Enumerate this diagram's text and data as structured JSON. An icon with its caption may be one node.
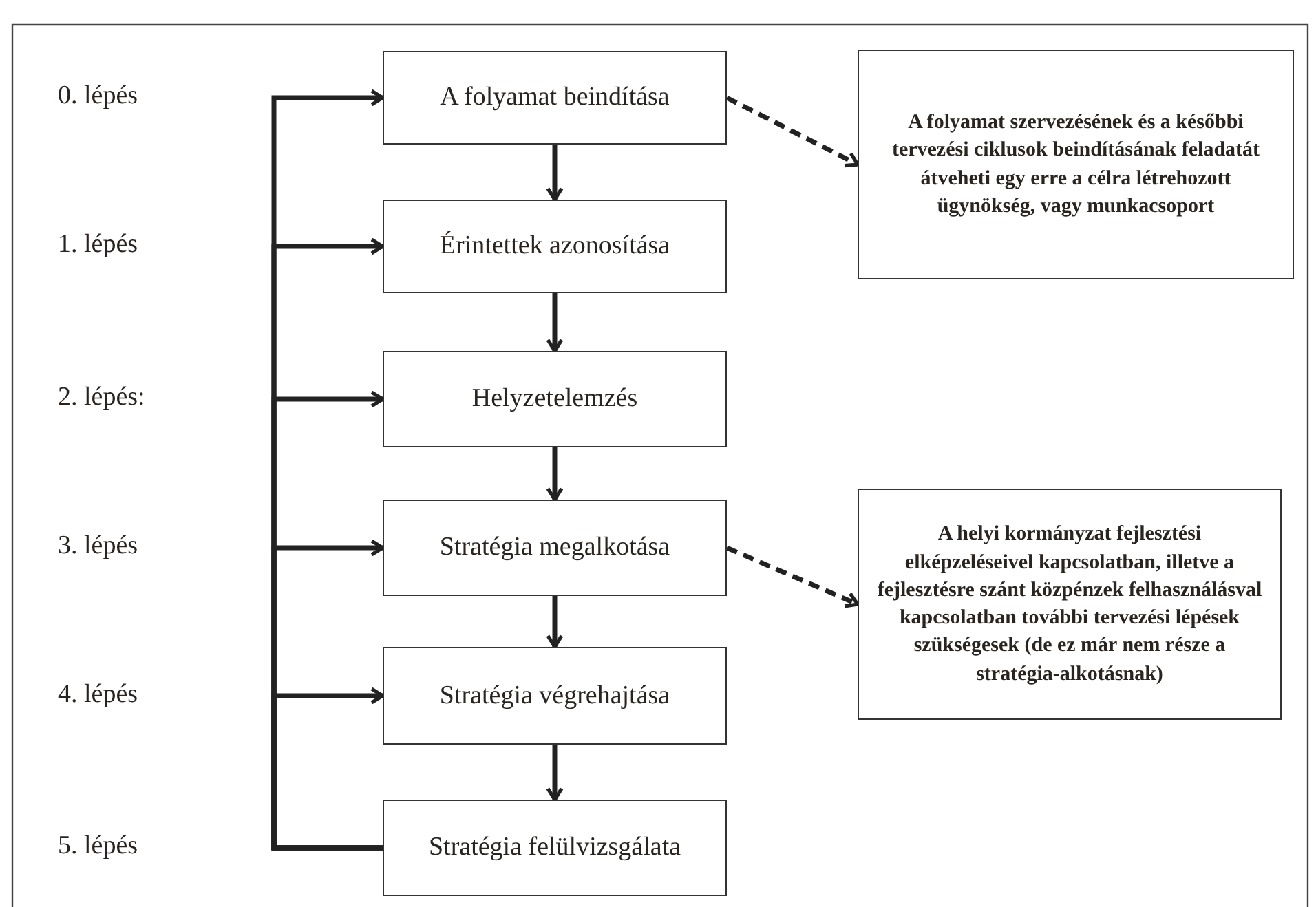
{
  "diagram": {
    "nodes": [
      {
        "text": [
          "A folyamat beindítása"
        ]
      },
      {
        "text": [
          "Érintettek azonosítása"
        ]
      },
      {
        "text": [
          "Helyzetelemzés"
        ]
      },
      {
        "text": [
          "Stratégia megalkotása"
        ]
      },
      {
        "text": [
          "Stratégia végrehajtása"
        ]
      },
      {
        "text": [
          "Stratégia felülvizsgálata"
        ]
      },
      {
        "text": [
          "A folyamat szervezésének és a későbbi tervezési ciklusok beindításának feladatát átveheti egy erre a célra létrehozott ügynökség, vagy munkacsoport"
        ]
      },
      {
        "text": [
          "A helyi kormányzat fejlesztési elképzeléseivel kapcsolatban, illetve a fejlesztésre szánt közpénzek felhasználásval kapcsolatban további tervezési lépések szükségesek (de ez már nem része a stratégia-alkotásnak)"
        ]
      }
    ],
    "edges": [
      {
        "from": 0,
        "to": 1,
        "arrow": "to"
      },
      {
        "from": 1,
        "to": 2,
        "arrow": "to"
      },
      {
        "from": 2,
        "to": 3,
        "arrow": "to"
      },
      {
        "from": 3,
        "to": 4,
        "arrow": "to"
      },
      {
        "from": 4,
        "to": 5,
        "arrow": "to"
      },
      {
        "from": 0,
        "to": 6,
        "arrow": "to",
        "style": "dashed"
      },
      {
        "from": 3,
        "to": 7,
        "arrow": "to",
        "style": "dashed"
      },
      {
        "from": 5,
        "to": 0,
        "arrow": "to"
      },
      {
        "from": 5,
        "to": 1,
        "arrow": "to"
      },
      {
        "from": 5,
        "to": 2,
        "arrow": "to"
      },
      {
        "from": 5,
        "to": 3,
        "arrow": "to"
      },
      {
        "from": 5,
        "to": 4,
        "arrow": "to"
      }
    ],
    "labels": [
      "0. lépés",
      "1. lépés",
      "2. lépés:",
      "3. lépés",
      "4. lépés",
      "5. lépés"
    ]
  }
}
